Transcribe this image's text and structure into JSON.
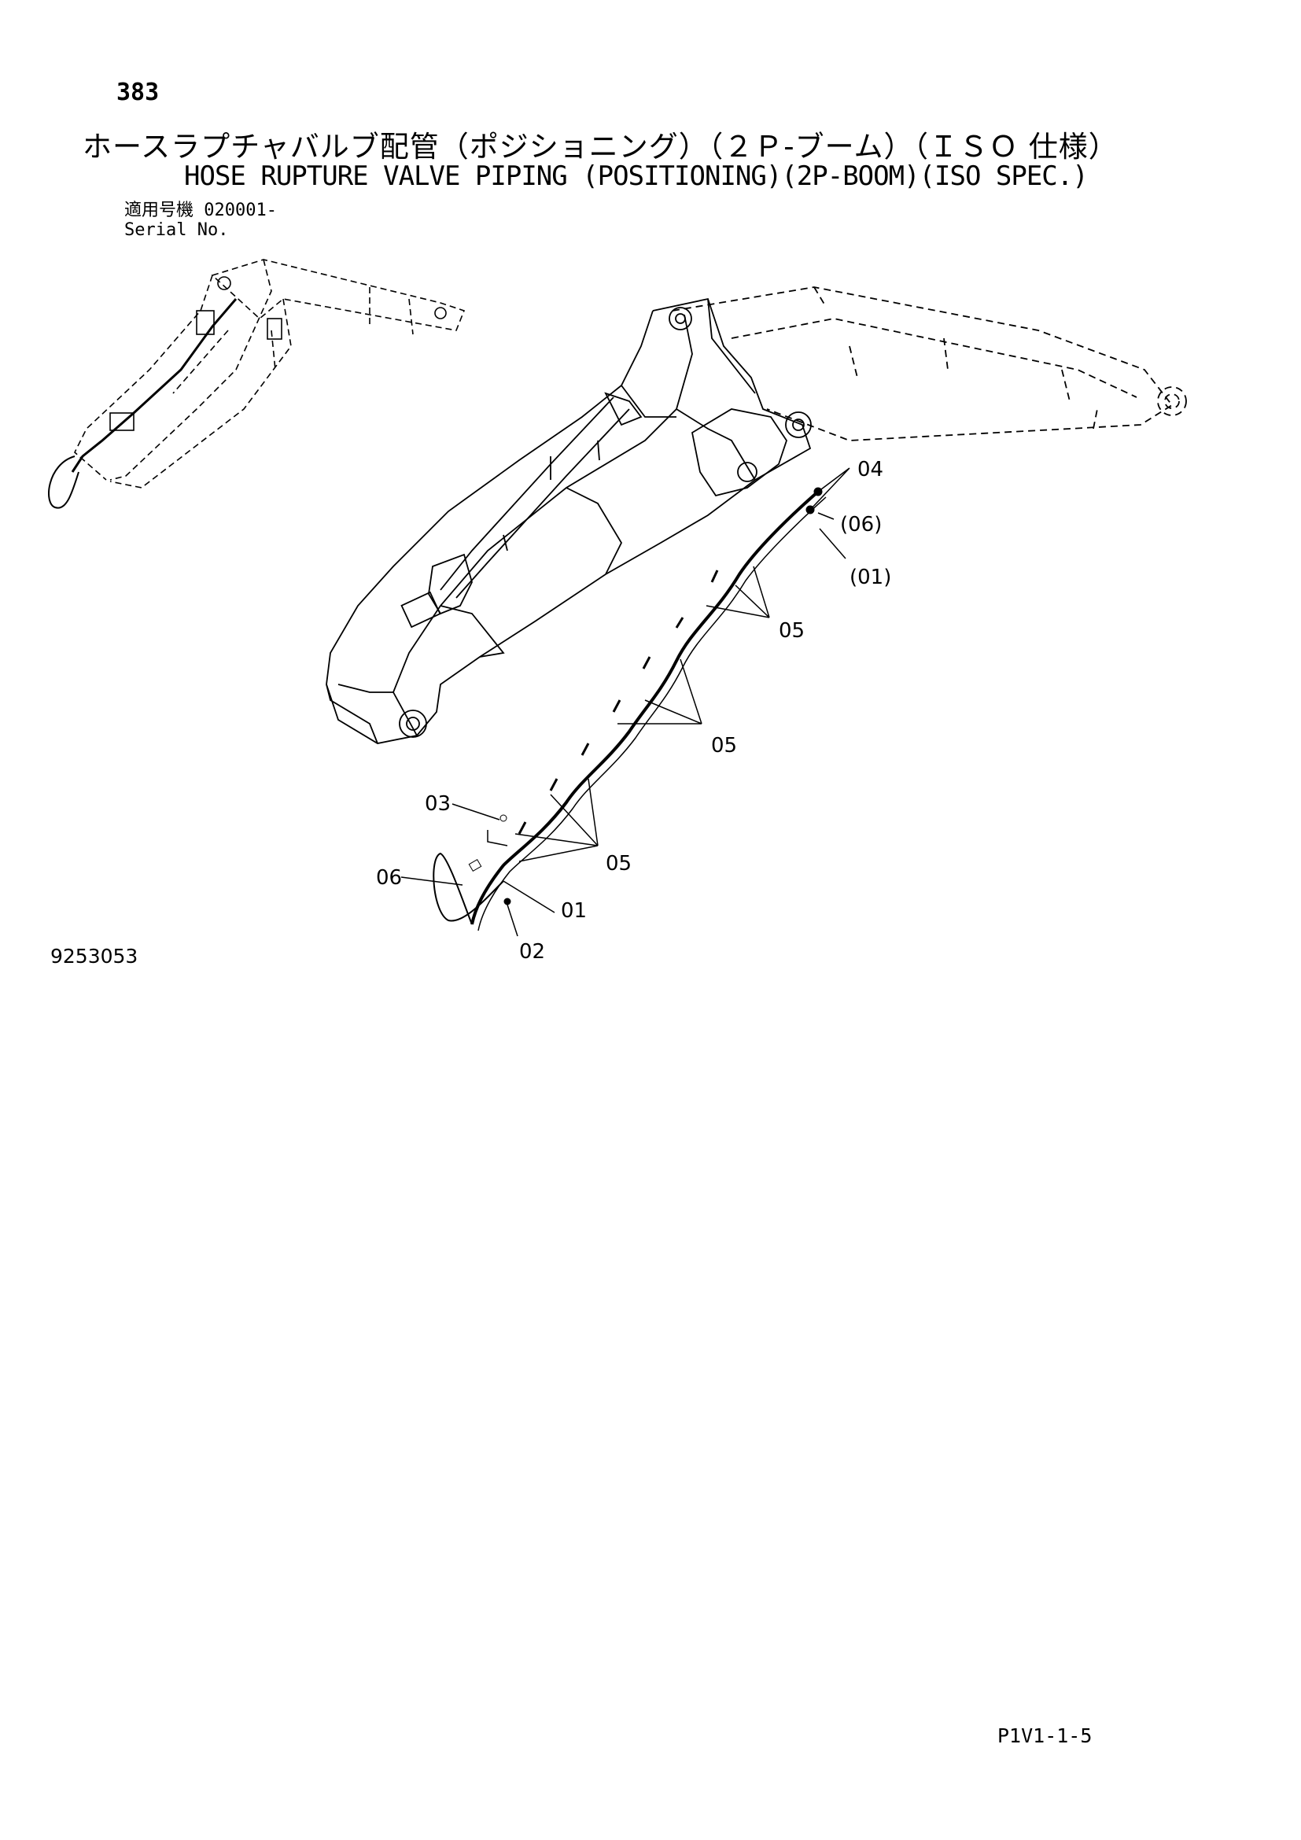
{
  "header": {
    "page_number": "383",
    "title_jp": "ホースラプチャバルブ配管（ポジショニング）（２Ｐ-ブーム）（ＩＳＯ 仕様）",
    "title_en": "HOSE RUPTURE VALVE PIPING (POSITIONING)(2P-BOOM)(ISO SPEC.)",
    "serial_label_jp": "適用号機",
    "serial_value": "020001-",
    "serial_label_en": "Serial No."
  },
  "callouts": {
    "c04": "04",
    "c06_paren": "(06)",
    "c01_paren": "(01)",
    "c05_a": "05",
    "c05_b": "05",
    "c05_c": "05",
    "c03": "03",
    "c06": "06",
    "c01": "01",
    "c02": "02"
  },
  "footer": {
    "drawing_number": "9253053",
    "page_code": "P1V1-1-5"
  }
}
